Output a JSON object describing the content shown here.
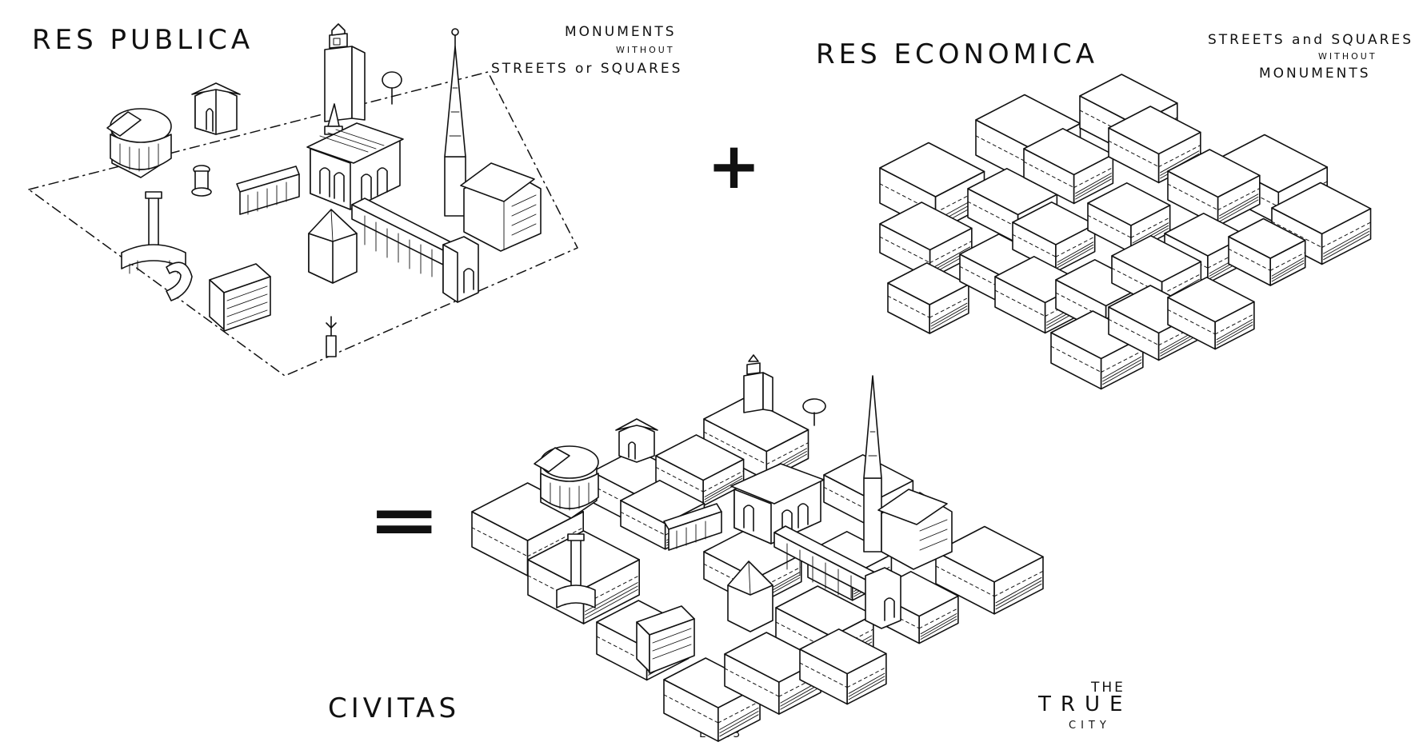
{
  "panels": {
    "res_publica": {
      "title": "RES PUBLICA",
      "note_line1": "MONUMENTS",
      "note_line2": "WITHOUT",
      "note_line3": "STREETS or SQUARES"
    },
    "res_economica": {
      "title": "RES ECONOMICA",
      "note_line1": "STREETS and SQUARES",
      "note_line2": "WITHOUT",
      "note_line3": "MONUMENTS"
    },
    "civitas": {
      "title": "CIVITAS",
      "note_line1": "THE",
      "note_line2": "TRUE",
      "note_line3": "CITY"
    }
  },
  "operators": {
    "plus": "+",
    "equals": "="
  },
  "signature": "LK 83"
}
